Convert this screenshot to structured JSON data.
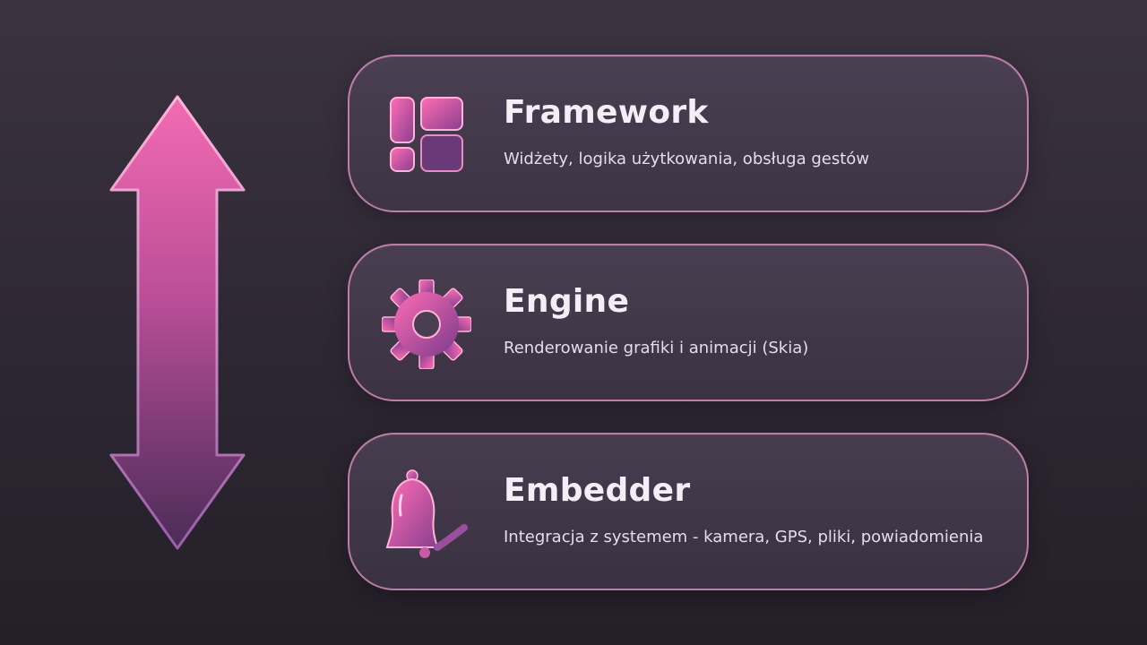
{
  "layers": [
    {
      "title": "Framework",
      "description": "Widżety, logika użytkowania, obsługa gestów",
      "icon": "widget-grid-icon"
    },
    {
      "title": "Engine",
      "description": "Renderowanie grafiki i animacji (Skia)",
      "icon": "gear-icon"
    },
    {
      "title": "Embedder",
      "description": "Integracja z systemem - kamera, GPS, pliki, powiadomienia",
      "icon": "bell-icon"
    }
  ],
  "colors": {
    "accent_pink": "#f06aae",
    "accent_purple": "#6e3d7e",
    "card_border": "#e896c8",
    "background": "#2d2733"
  }
}
